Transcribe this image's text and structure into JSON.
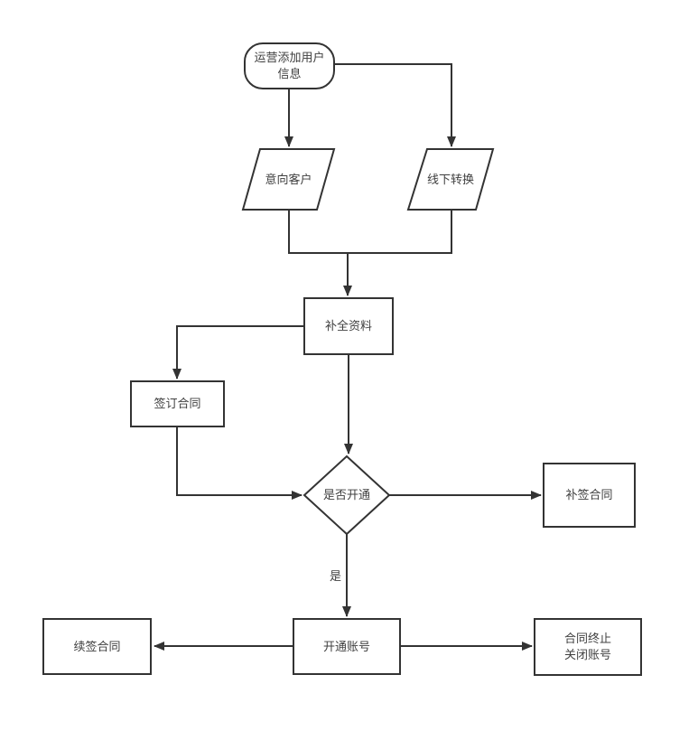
{
  "colors": {
    "background": "#ffffff",
    "stroke": "#333333",
    "node_fill": "#ffffff",
    "text": "#404040"
  },
  "nodes": {
    "start": {
      "type": "terminator",
      "lines": [
        "运营添加用户",
        "信息"
      ]
    },
    "intent_customer": {
      "type": "data-parallelogram",
      "label": "意向客户"
    },
    "offline_conversion": {
      "type": "data-parallelogram",
      "label": "线下转换"
    },
    "complete_info": {
      "type": "process",
      "label": "补全资料"
    },
    "sign_contract": {
      "type": "process",
      "label": "签订合同"
    },
    "is_open_decision": {
      "type": "decision",
      "label": "是否开通"
    },
    "supplement_contract": {
      "type": "process",
      "label": "补签合同"
    },
    "open_account": {
      "type": "process",
      "label": "开通账号"
    },
    "renew_contract": {
      "type": "process",
      "label": "续签合同"
    },
    "terminate_close": {
      "type": "process",
      "lines": [
        "合同终止",
        "关闭账号"
      ]
    }
  },
  "edges": {
    "yes_label": "是",
    "list": [
      {
        "from": "start",
        "to": "intent_customer",
        "label": ""
      },
      {
        "from": "start",
        "to": "offline_conversion",
        "label": ""
      },
      {
        "from": "intent_customer",
        "to": "complete_info",
        "label": ""
      },
      {
        "from": "offline_conversion",
        "to": "complete_info",
        "label": ""
      },
      {
        "from": "complete_info",
        "to": "sign_contract",
        "label": ""
      },
      {
        "from": "complete_info",
        "to": "is_open_decision",
        "label": ""
      },
      {
        "from": "sign_contract",
        "to": "is_open_decision",
        "label": ""
      },
      {
        "from": "is_open_decision",
        "to": "supplement_contract",
        "label": ""
      },
      {
        "from": "is_open_decision",
        "to": "open_account",
        "label": "是"
      },
      {
        "from": "open_account",
        "to": "renew_contract",
        "label": ""
      },
      {
        "from": "open_account",
        "to": "terminate_close",
        "label": ""
      }
    ]
  }
}
